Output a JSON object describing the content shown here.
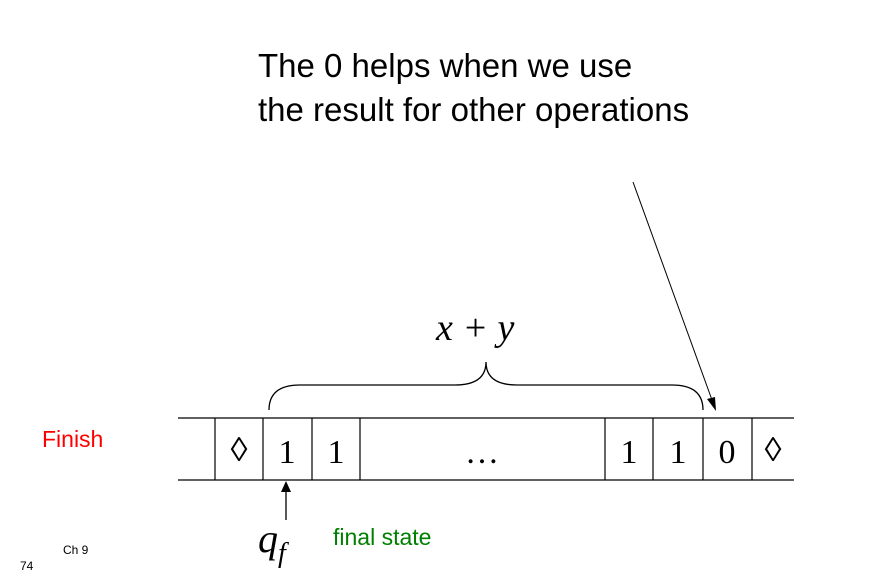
{
  "title": {
    "line1": "The 0 helps when we use",
    "line2": "the result for other operations"
  },
  "state_label": "Finish",
  "formula": "x + y",
  "head_state": {
    "symbol": "q",
    "subscript": "f"
  },
  "final_state_label": "final state",
  "chapter": "Ch 9",
  "page_number": "74",
  "tape": {
    "cells": [
      "◊",
      "1",
      "1",
      "…",
      "1",
      "1",
      "0",
      "◊"
    ]
  },
  "colors": {
    "finish_label": "#ff0000",
    "final_state_label": "#008000",
    "lines": "#000000"
  }
}
